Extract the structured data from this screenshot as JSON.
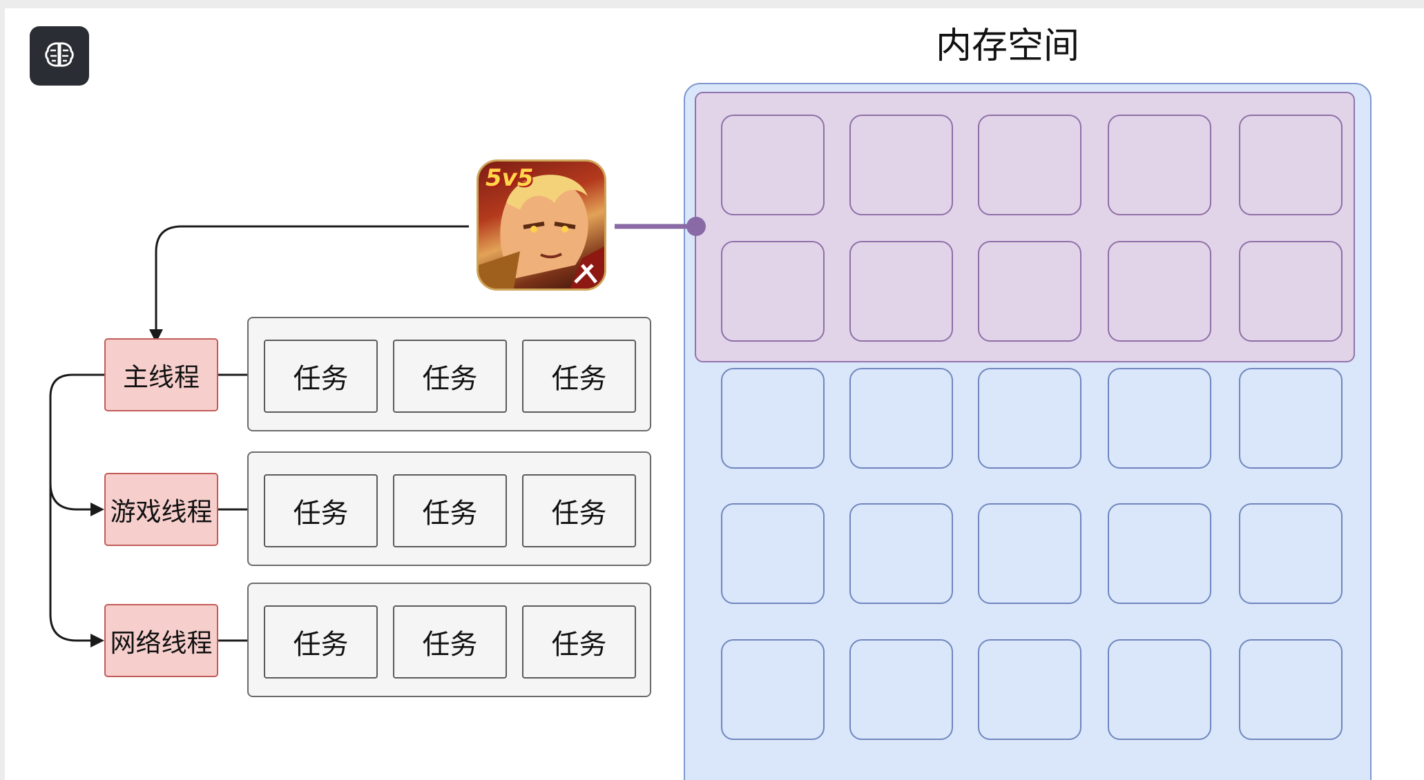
{
  "app": {
    "icon": "brain-icon",
    "icon_color": "#ffffff",
    "button_color": "#2a2d33"
  },
  "memory": {
    "title": "内存空间",
    "rows": 5,
    "columns": 5,
    "game_rows": 2,
    "colors": {
      "space_fill": "#dae6f9",
      "space_border": "#7d98cf",
      "game_fill": "#e1d4e8",
      "game_border": "#9173ad"
    }
  },
  "game": {
    "icon": "game-app-icon",
    "logo_text": "5v5"
  },
  "threads": [
    {
      "label": "主线程",
      "tasks": [
        "任务",
        "任务",
        "任务"
      ]
    },
    {
      "label": "游戏线程",
      "tasks": [
        "任务",
        "任务",
        "任务"
      ]
    },
    {
      "label": "网络线程",
      "tasks": [
        "任务",
        "任务",
        "任务"
      ]
    }
  ],
  "colors": {
    "thread_fill": "#f6cfcd",
    "thread_border": "#c25b57",
    "task_fill": "#f5f5f5",
    "arrow": "#1a1a1a",
    "memory_link": "#8a6aa6"
  }
}
